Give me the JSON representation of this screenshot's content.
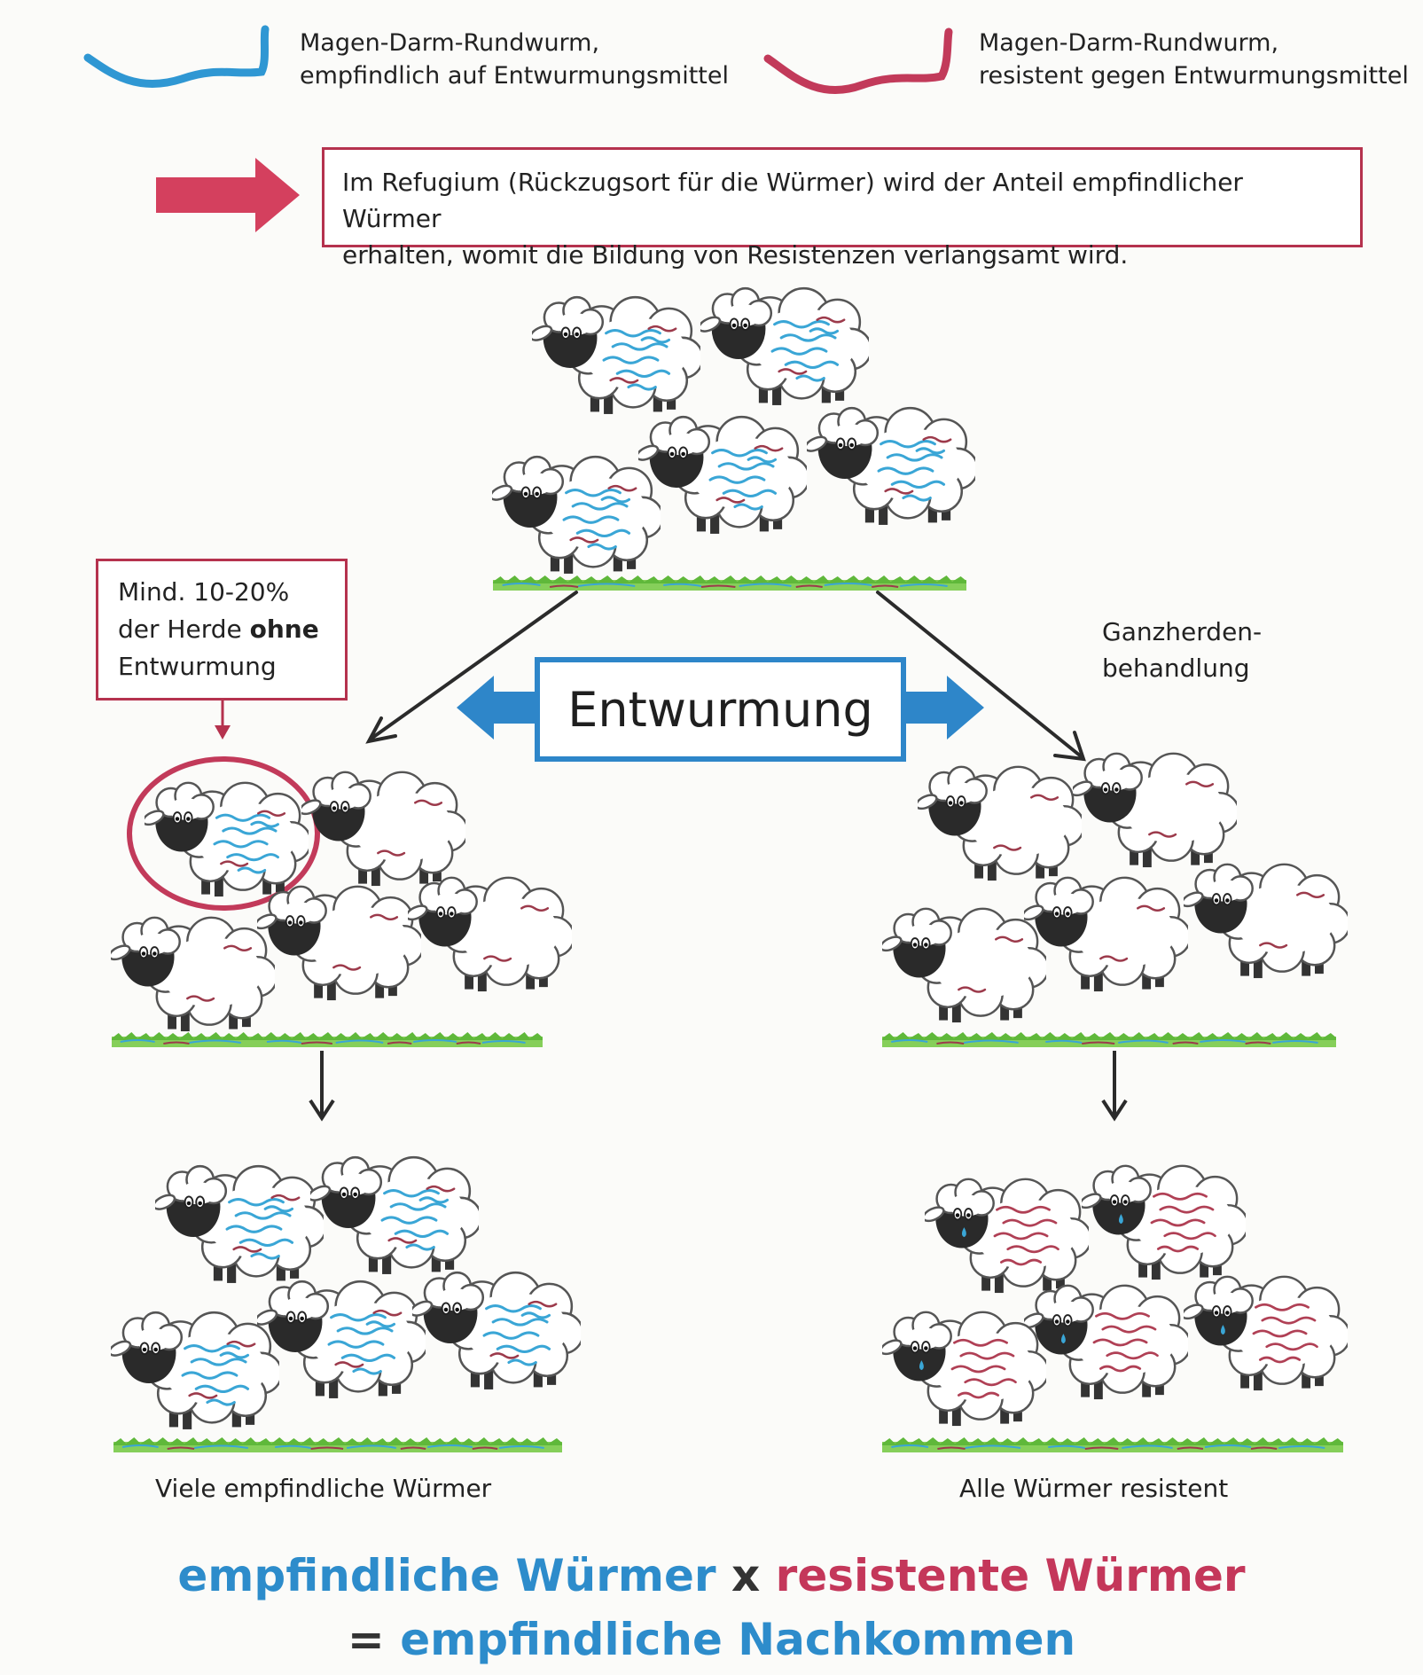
{
  "legend": {
    "susceptible": {
      "line1": "Magen-Darm-Rundwurm,",
      "line2": "empfindlich auf Entwurmungsmittel",
      "color": "#2f97d3"
    },
    "resistant": {
      "line1": "Magen-Darm-Rundwurm,",
      "line2": "resistent gegen Entwurmungsmittel",
      "color": "#c23a5a"
    }
  },
  "info": {
    "line1": "Im Refugium (Rückzugsort für die Würmer) wird der Anteil empfindlicher Würmer",
    "line2": "erhalten, womit die Bildung von Resistenzen verlangsamt wird."
  },
  "center_label": "Entwurmung",
  "left_note": {
    "line1": "Mind. 10-20%",
    "line2_pre": "der Herde ",
    "line2_bold": "ohne",
    "line3": "Entwurmung"
  },
  "right_note": {
    "line1": "Ganzherden-",
    "line2": "behandlung"
  },
  "captions": {
    "left": "Viele empfindliche Würmer",
    "right": "Alle Würmer resistent"
  },
  "summary": {
    "term1": "empfindliche Würmer",
    "operator": "x",
    "term2": "resistente Würmer",
    "equals": "=",
    "result": "empfindliche Nachkommen"
  },
  "colors": {
    "accent_red": "#b5324e",
    "accent_blue": "#2e86c9",
    "grass": "#7cc84a"
  }
}
